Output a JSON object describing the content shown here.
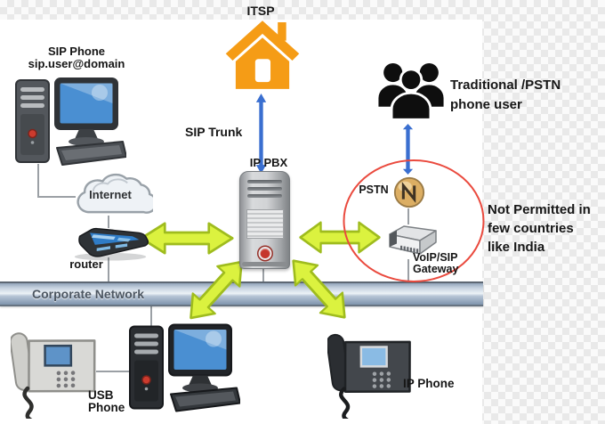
{
  "diagram": {
    "itsp": {
      "label": "ITSP"
    },
    "sip_phone": {
      "title": "SIP Phone",
      "subtitle": "sip.user@domain"
    },
    "sip_trunk": {
      "label": "SIP Trunk"
    },
    "ip_pbx": {
      "label": "IP PBX"
    },
    "internet": {
      "label": "Internet"
    },
    "router": {
      "label": "router"
    },
    "pstn": {
      "label": "PSTN"
    },
    "traditional_user": {
      "line1": "Traditional /PSTN",
      "line2": "phone user"
    },
    "voip_gateway": {
      "line1": "VoIP/SIP",
      "line2": "Gateway"
    },
    "corporate_network": {
      "label": "Corporate Network"
    },
    "usb_phone": {
      "line1": "USB",
      "line2": "Phone"
    },
    "ip_phone": {
      "label": "IP Phone"
    },
    "annotation": {
      "line1": "Not Permitted in",
      "line2": "few countries",
      "line3": "like India"
    }
  },
  "colors": {
    "itsp_house": "#F59C16",
    "trunk_arrow_blue": "#3A6FD0",
    "lan_arrow_fill": "#DBF23F",
    "lan_arrow_edge": "#9FBC1E",
    "not_permitted_ellipse": "#EA4A3E",
    "corporate_bar_text": "#4D5762",
    "pstn_ball": "#DCAE63"
  }
}
